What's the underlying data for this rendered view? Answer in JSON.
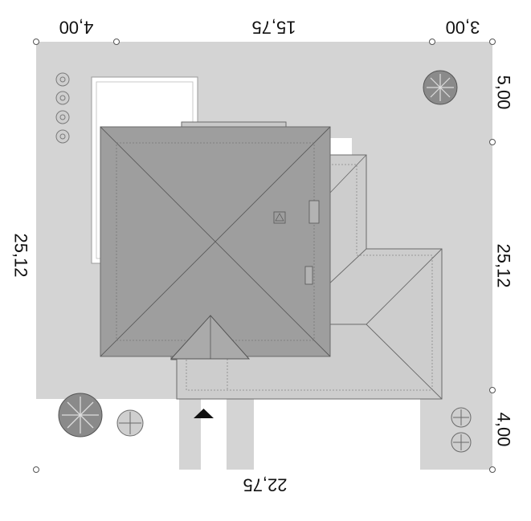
{
  "dimensions": {
    "top_left": "4,00",
    "top_middle": "15,75",
    "top_right": "3,00",
    "bottom": "22,75",
    "left_side": "25,12",
    "right_upper": "5,00",
    "right_middle": "25,12",
    "right_lower": "4,00"
  },
  "colors": {
    "plot": "#d4d4d4",
    "roof_main": "#9e9e9e",
    "roof_secondary": "#cdcdcd",
    "roof_line": "#6a6a6a",
    "tree": "#8a8a8a",
    "marker": "#111111"
  },
  "icons": {
    "entrance_marker": "entrance-arrow-icon",
    "large_tree": "tree-icon",
    "small_shrub": "shrub-icon"
  }
}
